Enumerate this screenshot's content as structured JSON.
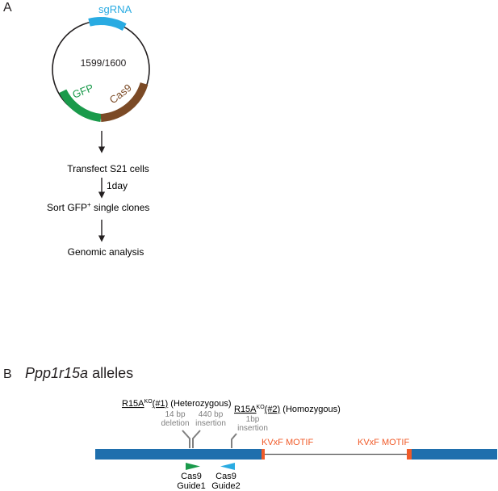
{
  "panel_a": {
    "label": "A",
    "plasmid": {
      "center_text": "1599/1600",
      "segments": [
        {
          "name": "sgRNA",
          "color": "#29abe2"
        },
        {
          "name": "GFP",
          "color": "#1a9a4b"
        },
        {
          "name": "Cas9",
          "color": "#7b4a26"
        }
      ]
    },
    "steps": [
      {
        "text": "Transfect S21 cells"
      },
      {
        "text": "Sort GFP",
        "sup": "+",
        "suffix": " single clones"
      },
      {
        "text": "Genomic analysis"
      }
    ],
    "interval_label": "1day"
  },
  "panel_b": {
    "label": "B",
    "title_italic": "Ppp1r15a",
    "title_rest": " alleles",
    "allele1": {
      "name": "R15A",
      "sup": "KO",
      "id": "(#1)",
      "zygosity": "(Heterozygous)"
    },
    "allele2": {
      "name": "R15A",
      "sup": "KO",
      "id": "(#2)",
      "zygosity": "(Homozygous)"
    },
    "mutations": [
      {
        "line1": "14 bp",
        "line2": "deletion"
      },
      {
        "line1": "440 bp",
        "line2": "insertion"
      },
      {
        "line1": "1bp",
        "line2": "insertion"
      }
    ],
    "motifs": [
      "KVxF MOTIF",
      "KVxF MOTIF"
    ],
    "guides": [
      {
        "line1": "Cas9",
        "line2": "Guide1",
        "color": "#1a9a4b"
      },
      {
        "line1": "Cas9",
        "line2": "Guide2",
        "color": "#29abe2"
      }
    ],
    "colors": {
      "exon": "#1f6fad",
      "motif": "#f05a28",
      "intron": "#555555",
      "annotation": "#808080"
    }
  }
}
